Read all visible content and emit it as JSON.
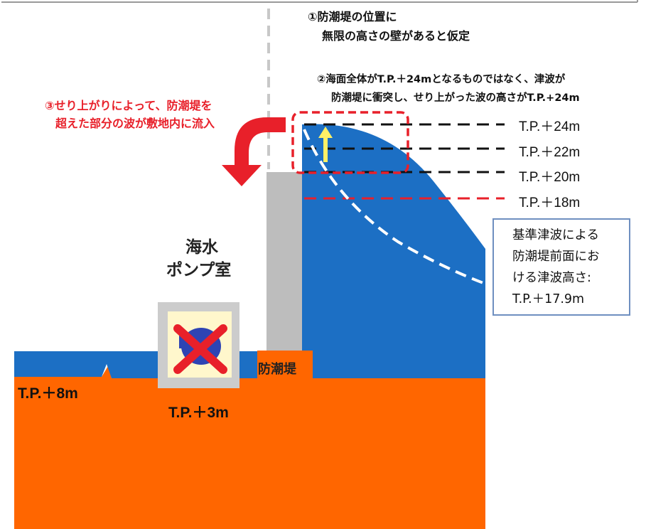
{
  "notes": {
    "note1": [
      "①防潮堤の位置に",
      "無限の高さの壁があると仮定"
    ],
    "note2": [
      "②海面全体がT.P.＋24mとなるものではなく、津波が",
      "防潮堤に衝突し、せり上がった波の高さがT.P.+24m"
    ],
    "note3": [
      "③せり上がりによって、防潮堤を",
      "超えた部分の波が敷地内に流入"
    ]
  },
  "levels": [
    {
      "label": "T.P.＋24m",
      "style": "dashed-black"
    },
    {
      "label": "T.P.＋22m",
      "style": "dashed-black"
    },
    {
      "label": "T.P.＋20m",
      "style": "dashed-black"
    },
    {
      "label": "T.P.＋18m",
      "style": "dashed-red"
    }
  ],
  "callout": [
    "基準津波による",
    "防潮堤前面にお",
    "ける津波高さ:",
    "T.P.＋17.9m"
  ],
  "building_label": [
    "海水",
    "ポンプ室"
  ],
  "seawall_label": "防潮堤",
  "ground_labels": {
    "left": "T.P.＋8m",
    "center": "T.P.＋3m"
  },
  "colors": {
    "ground": "#ff6600",
    "sea": "#1c6fc4",
    "wall": "#bdbdbd",
    "pump_room_fill": "#fff7cc",
    "warning_red": "#e8202a",
    "callout_border": "#6f8fc0",
    "arrow_yellow": "#fff066"
  }
}
